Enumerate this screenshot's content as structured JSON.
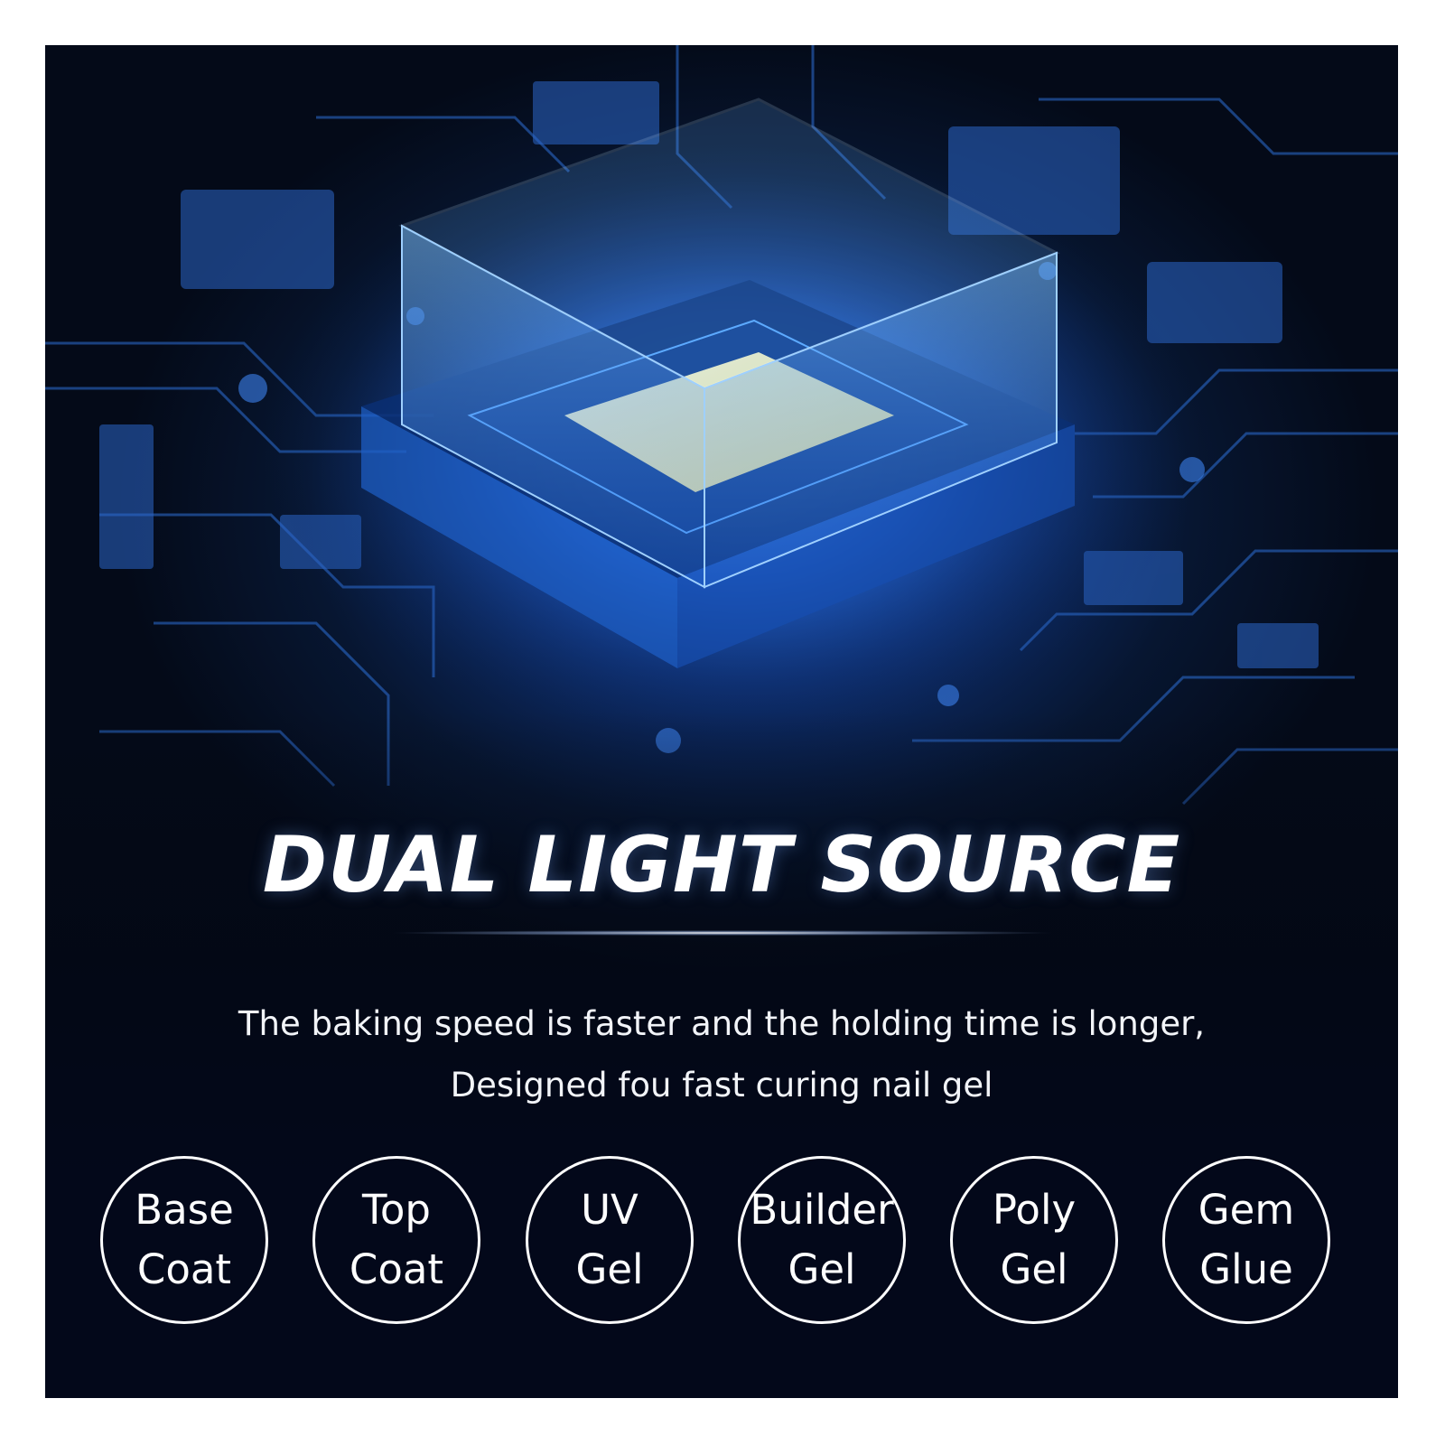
{
  "headline": "DUAL LIGHT SOURCE",
  "subtitle_line1": "The baking speed is faster and the holding time is longer,",
  "subtitle_line2": "Designed fou fast curing nail gel",
  "gel_types": [
    {
      "line1": "Base",
      "line2": "Coat"
    },
    {
      "line1": "Top",
      "line2": "Coat"
    },
    {
      "line1": "UV",
      "line2": "Gel"
    },
    {
      "line1": "Builder",
      "line2": "Gel"
    },
    {
      "line1": "Poly",
      "line2": "Gel"
    },
    {
      "line1": "Gem",
      "line2": "Glue"
    }
  ],
  "colors": {
    "background": "#040a18",
    "glow": "#2f8cff",
    "chip_light": "#f6f3b8",
    "text": "#ffffff"
  }
}
